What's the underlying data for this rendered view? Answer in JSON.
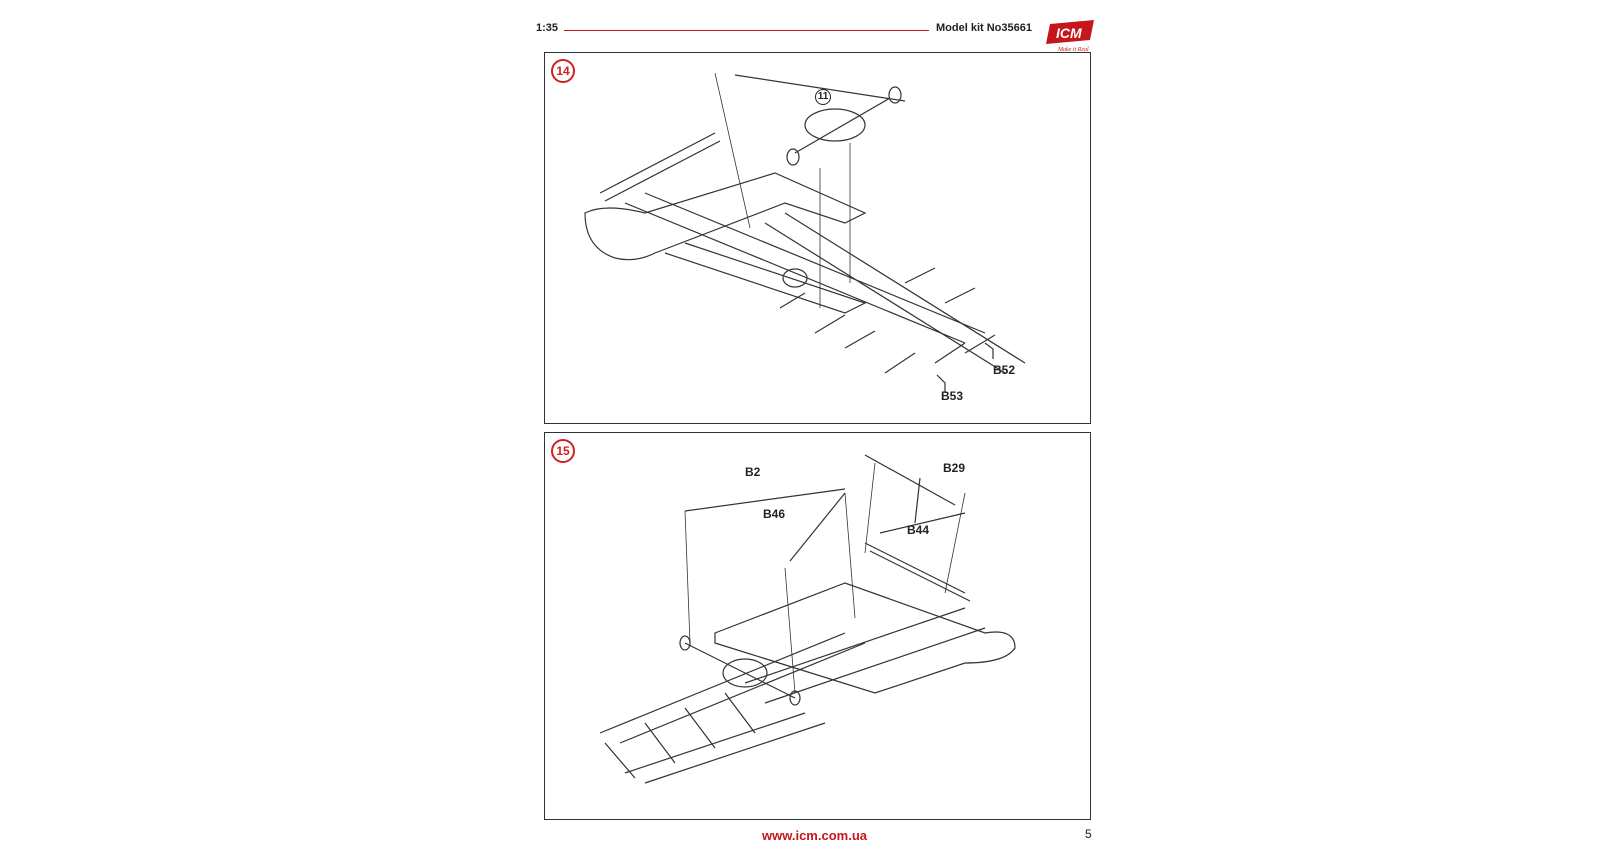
{
  "header": {
    "scale": "1:35",
    "kit_label": "Model kit No35661",
    "logo_text": "ICM",
    "logo_tagline": "Make it Real"
  },
  "steps": [
    {
      "number": "14",
      "subassembly": "11",
      "parts": [
        "B52",
        "B53"
      ]
    },
    {
      "number": "15",
      "parts": [
        "B2",
        "B29",
        "B46",
        "B44"
      ]
    }
  ],
  "footer": {
    "url": "www.icm.com.ua",
    "page": "5"
  },
  "colors": {
    "accent": "#c4161c",
    "line": "#333333"
  },
  "icons": [
    "icm-logo-icon",
    "chassis-drawing-icon"
  ]
}
